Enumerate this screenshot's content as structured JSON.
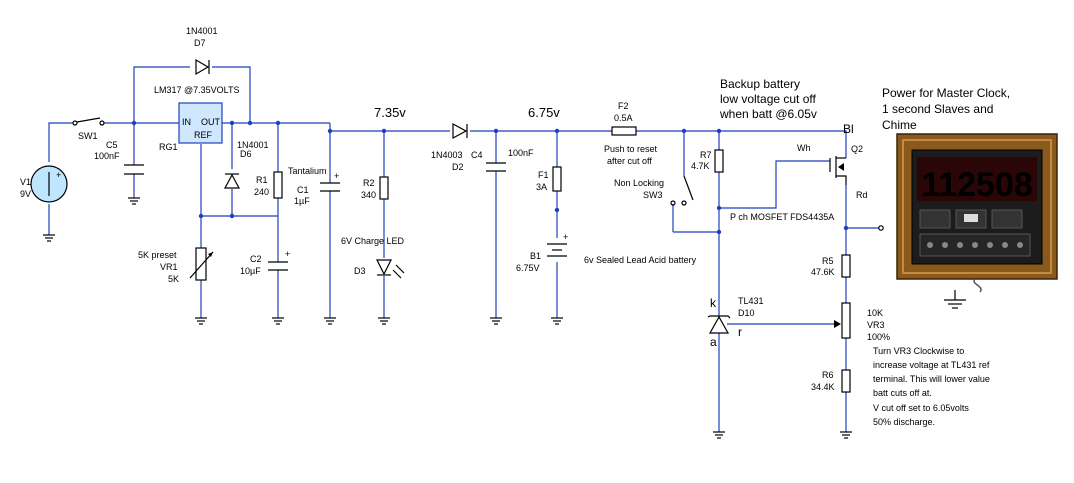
{
  "components": {
    "d7": {
      "part": "1N4001",
      "ref": "D7"
    },
    "rg1": {
      "part": "LM317 @7.35VOLTS",
      "ref": "RG1",
      "pin_in": "IN",
      "pin_out": "OUT",
      "pin_ref": "REF"
    },
    "sw1": {
      "ref": "SW1"
    },
    "c5": {
      "ref": "C5",
      "value": "100nF"
    },
    "v1": {
      "ref": "V1",
      "value": "9V"
    },
    "d6": {
      "part": "1N4001",
      "ref": "D6"
    },
    "r1": {
      "ref": "R1",
      "value": "240"
    },
    "c1": {
      "note": "Tantalium",
      "ref": "C1",
      "value": "1µF"
    },
    "c2": {
      "ref": "C2",
      "value": "10µF"
    },
    "vr1": {
      "note": "5K preset",
      "ref": "VR1",
      "value": "5K"
    },
    "r2": {
      "ref": "R2",
      "value": "340"
    },
    "d3": {
      "note": "6V Charge LED",
      "ref": "D3"
    },
    "d2": {
      "part": "1N4003",
      "ref": "D2"
    },
    "c4": {
      "ref": "C4",
      "value": "100nF"
    },
    "f2": {
      "ref": "F2",
      "value": "0.5A"
    },
    "f1": {
      "ref": "F1",
      "value": "3A"
    },
    "b1": {
      "ref": "B1",
      "value": "6.75V",
      "note": "6v Sealed Lead Acid battery"
    },
    "sw3": {
      "note1": "Push to reset",
      "note2": "after cut off",
      "note3": "Non Locking",
      "ref": "SW3"
    },
    "r7": {
      "ref": "R7",
      "value": "4.7K"
    },
    "q2": {
      "ref": "Q2",
      "note": "P ch MOSFET FDS4435A"
    },
    "r5": {
      "ref": "R5",
      "value": "47.6K"
    },
    "vr3": {
      "value": "10K",
      "ref": "VR3",
      "pct": "100%"
    },
    "r6": {
      "ref": "R6",
      "value": "34.4K"
    },
    "d10": {
      "part": "TL431",
      "ref": "D10",
      "k": "k",
      "a": "a",
      "r": "r"
    }
  },
  "nodes": {
    "v735": "7.35v",
    "v675": "6.75v"
  },
  "wires": {
    "bl": "Bl",
    "wh": "Wh",
    "rd": "Rd"
  },
  "notes": {
    "backup": [
      "Backup battery",
      "low voltage cut off",
      "when batt @6.05v"
    ],
    "power": [
      "Power for Master Clock,",
      "1 second Slaves and",
      "Chime"
    ],
    "vr3": [
      "Turn VR3 Clockwise to",
      "increase voltage at TL431 ref",
      "terminal. This will lower value",
      "batt cuts off at.",
      "V cut off set to 6.05volts",
      "50% discharge."
    ]
  },
  "clock": {
    "display": "112508",
    "display_color": "#ff2b2b",
    "frame_color": "#8a5a1c"
  },
  "colors": {
    "wire": "#1f3fbf"
  }
}
